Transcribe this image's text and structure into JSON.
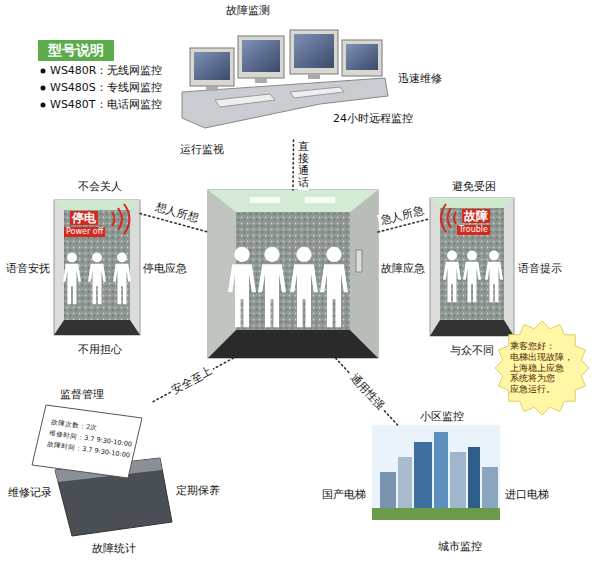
{
  "diagram": {
    "nodes": [
      {
        "text": [
          "型号说明"
        ]
      },
      {
        "text": [
          "故障监测",
          "迅速维修",
          "24小时远程监控",
          "运行监视"
        ]
      },
      {
        "text": [
          "不会关人",
          "停电",
          "Power off",
          "语音安抚",
          "停电应急",
          "不用担心"
        ]
      },
      {
        "text": []
      },
      {
        "text": [
          "避免受困",
          "故障",
          "Trouble",
          "故障应急",
          "语音提示",
          "与众不同"
        ]
      },
      {
        "text": [
          "乘客您好： 电梯出现故障， 上海稳上应急 系统将为您 应急运行。"
        ]
      },
      {
        "text": [
          "监督管理",
          "故障次数：2次",
          "维修时间：3.7 9:30-10:00",
          "故障时间：3.7 9:30-10:00",
          "维修记录",
          "定期保养",
          "故障统计"
        ]
      },
      {
        "text": [
          "小区监控",
          "国产电梯",
          "进口电梯",
          "城市监控"
        ]
      }
    ],
    "edges": [
      {
        "from": 1,
        "to": 3,
        "label": "直接通话",
        "arrow": "none"
      },
      {
        "from": 2,
        "to": 3,
        "label": "想人所想",
        "arrow": "none"
      },
      {
        "from": 3,
        "to": 4,
        "label": "急人所急",
        "arrow": "none"
      },
      {
        "from": 3,
        "to": 6,
        "label": "安全至上",
        "arrow": "none"
      },
      {
        "from": 3,
        "to": 7,
        "label": "通用性强",
        "arrow": "none"
      }
    ],
    "labels": [
      "WS480R：无线网监控",
      "WS480S：专线网监控",
      "WS480T：电话网监控"
    ]
  }
}
